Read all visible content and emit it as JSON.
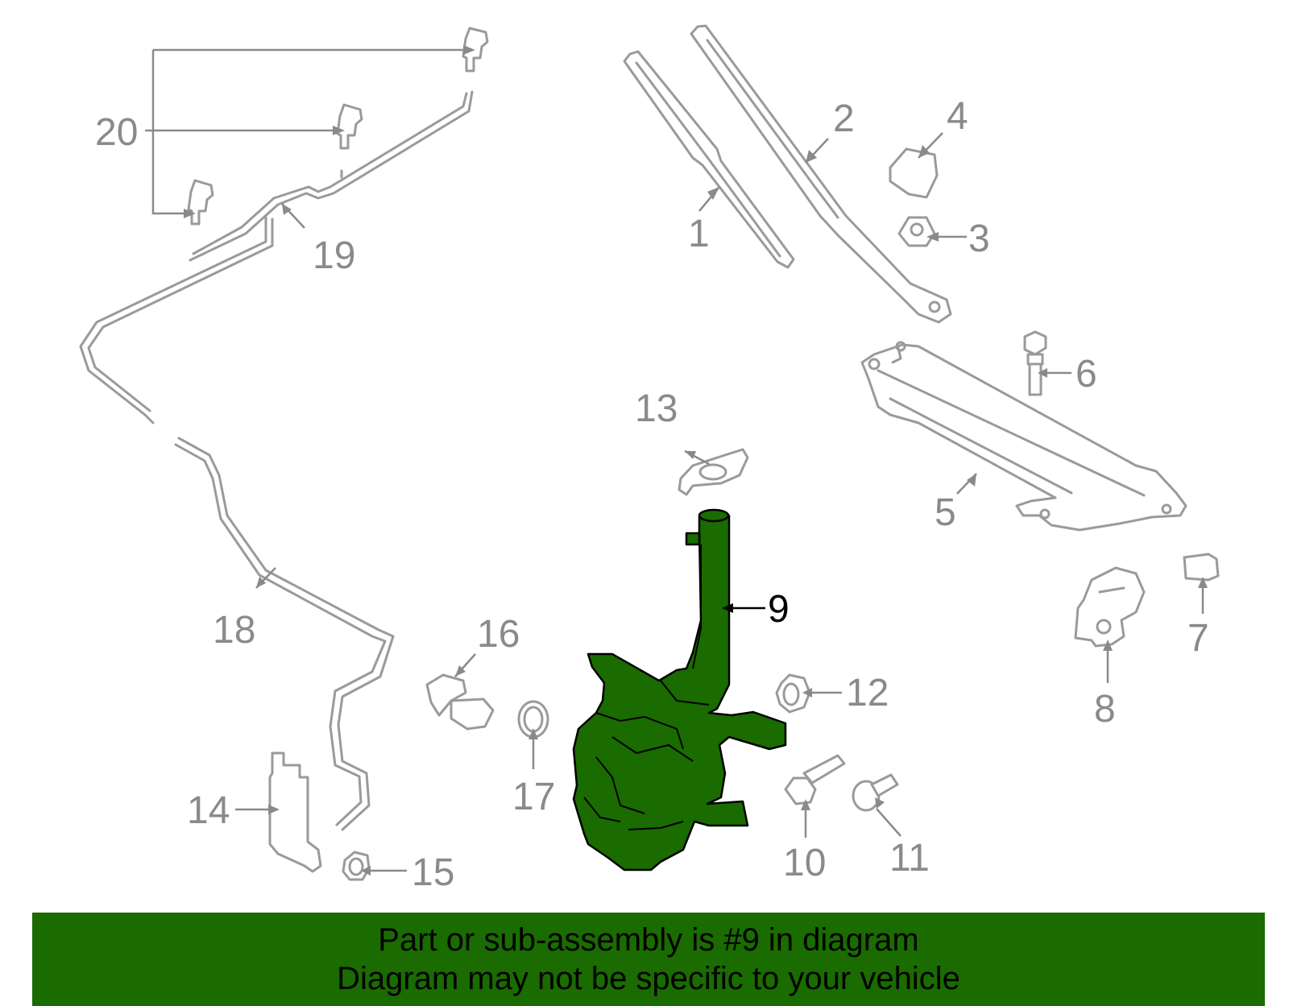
{
  "diagram": {
    "callouts": [
      {
        "id": "1",
        "label": "1"
      },
      {
        "id": "2",
        "label": "2"
      },
      {
        "id": "3",
        "label": "3"
      },
      {
        "id": "4",
        "label": "4"
      },
      {
        "id": "5",
        "label": "5"
      },
      {
        "id": "6",
        "label": "6"
      },
      {
        "id": "7",
        "label": "7"
      },
      {
        "id": "8",
        "label": "8"
      },
      {
        "id": "9",
        "label": "9"
      },
      {
        "id": "10",
        "label": "10"
      },
      {
        "id": "11",
        "label": "11"
      },
      {
        "id": "12",
        "label": "12"
      },
      {
        "id": "13",
        "label": "13"
      },
      {
        "id": "14",
        "label": "14"
      },
      {
        "id": "15",
        "label": "15"
      },
      {
        "id": "16",
        "label": "16"
      },
      {
        "id": "17",
        "label": "17"
      },
      {
        "id": "18",
        "label": "18"
      },
      {
        "id": "19",
        "label": "19"
      },
      {
        "id": "20",
        "label": "20"
      }
    ],
    "highlighted_part": "9",
    "colors": {
      "highlight": "#1a6b00",
      "parts": "#9a9a9a",
      "labels": "#8a8a8a"
    }
  },
  "footer": {
    "line1": "Part or sub-assembly is #9 in diagram",
    "line2": "Diagram may not be specific to your vehicle"
  }
}
